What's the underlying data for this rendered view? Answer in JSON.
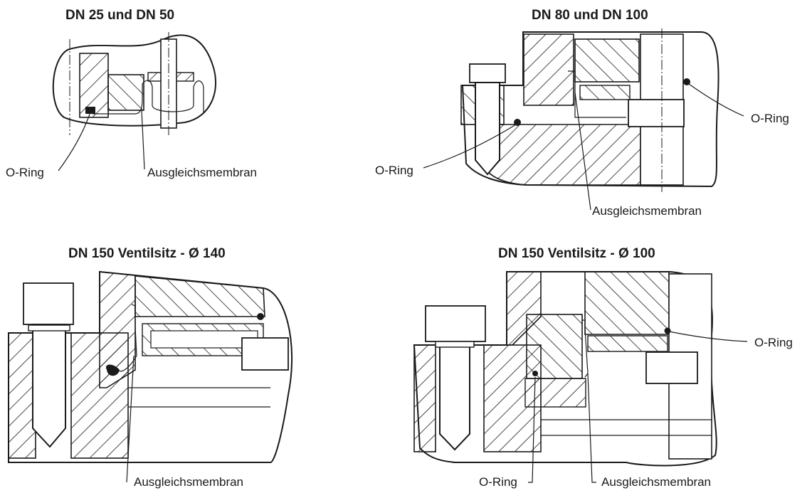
{
  "figures": [
    {
      "id": "dn25",
      "title": "DN 25 und DN 50",
      "labels": [
        "O-Ring",
        "Ausgleichsmembran"
      ]
    },
    {
      "id": "dn80",
      "title": "DN 80 und DN 100",
      "labels": [
        "O-Ring",
        "O-Ring",
        "Ausgleichsmembran"
      ]
    },
    {
      "id": "dn150a",
      "title": "DN 150  Ventilsitz - Ø 140",
      "labels": [
        "Ausgleichsmembran"
      ]
    },
    {
      "id": "dn150b",
      "title": "DN 150  Ventilsitz - Ø 100",
      "labels": [
        "O-Ring",
        "O-Ring",
        "Ausgleichsmembran"
      ]
    }
  ]
}
